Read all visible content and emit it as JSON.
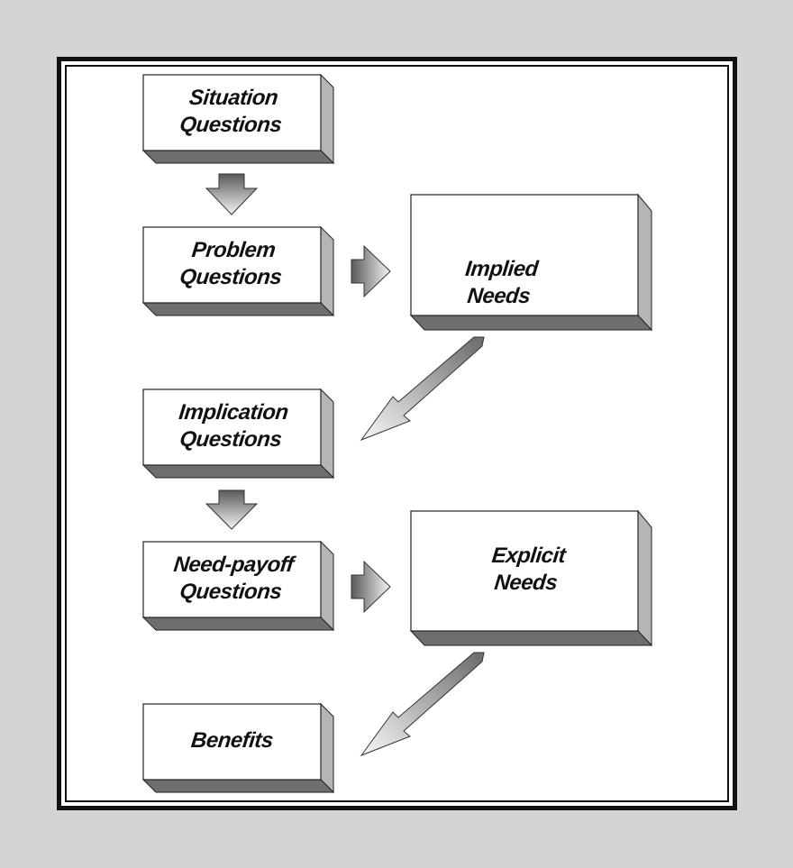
{
  "diagram": {
    "colors": {
      "page_background": "#d3d4d6",
      "frame": "#111111",
      "panel": "#ffffff",
      "box_face": "#ffffff",
      "box_side": "#b5b5b5",
      "box_bottom": "#6e6e6e",
      "arrow_dark": "#5a5a5a",
      "arrow_light": "#f4f4f4"
    },
    "boxes": {
      "situation": {
        "line1": "Situation",
        "line2": "Questions"
      },
      "problem": {
        "line1": "Problem",
        "line2": "Questions"
      },
      "implied": {
        "line1": "Implied",
        "line2": "Needs"
      },
      "implication": {
        "line1": "Implication",
        "line2": "Questions"
      },
      "needpayoff": {
        "line1": "Need-payoff",
        "line2": "Questions"
      },
      "explicit": {
        "line1": "Explicit",
        "line2": "Needs"
      },
      "benefits": {
        "line1": "Benefits"
      }
    }
  }
}
